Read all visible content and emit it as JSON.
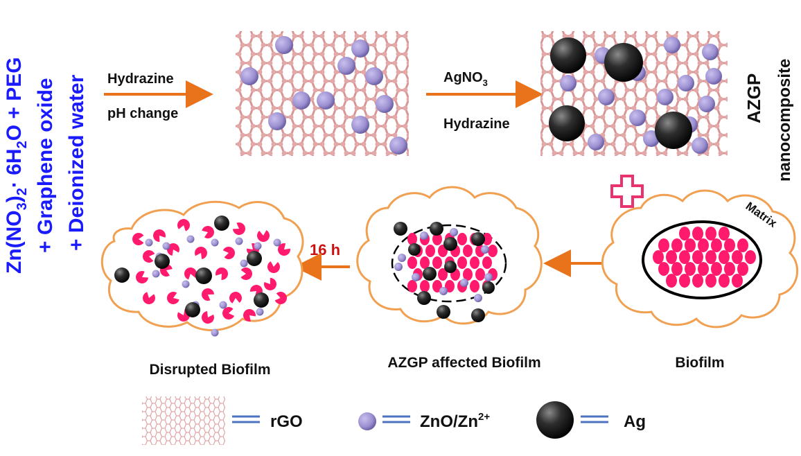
{
  "reactants": {
    "line1": "Zn(NO",
    "line1_sub1": "3",
    "line1_mid": ")",
    "line1_sub2": "2",
    "line1_tail": "· 6H",
    "line1_sub3": "2",
    "line1_end": "O + PEG",
    "line2": "+ Graphene oxide",
    "line3": "+ Deionized water"
  },
  "step1": {
    "top": "Hydrazine",
    "bottom": "pH change"
  },
  "step2": {
    "top_main": "AgNO",
    "top_sub": "3",
    "bottom": "Hydrazine"
  },
  "product": {
    "line1": "AZGP",
    "line2": "nanocomposite"
  },
  "matrix_label": "Matrix",
  "time_label": "16 h",
  "captions": {
    "biofilm": "Biofilm",
    "affected": "AZGP affected Biofilm",
    "disrupted": "Disrupted Biofilm"
  },
  "legend": {
    "rgo": "rGO",
    "zno_main": "ZnO/Zn",
    "zno_sup": "2+",
    "ag": "Ag"
  },
  "colors": {
    "blue_text": "#1a1aff",
    "arrow": "#e8731a",
    "cloud": "#f0a050",
    "pink": "#ff1a6e",
    "graphene": "#d99494",
    "zno": "#9b8fd0",
    "ag": "#222222",
    "red_text": "#cc1010",
    "legend_lines": "#4a72c0"
  }
}
